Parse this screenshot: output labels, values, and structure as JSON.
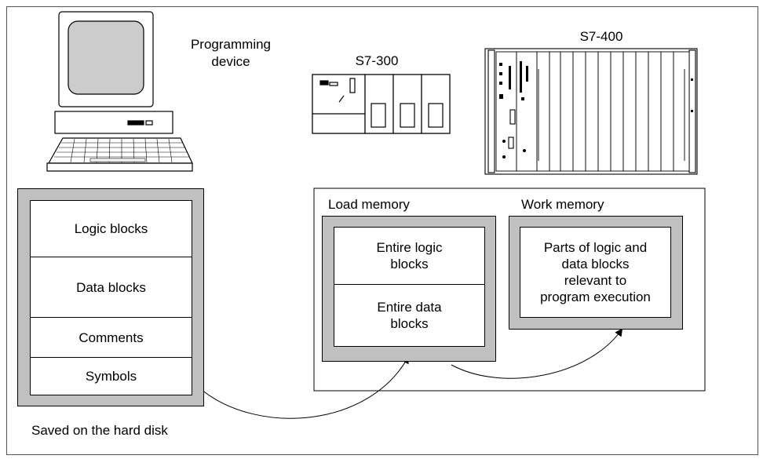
{
  "devices": {
    "programming_device": "Programming\ndevice",
    "s7_300": "S7-300",
    "s7_400": "S7-400"
  },
  "disk": {
    "blocks": [
      "Logic blocks",
      "Data blocks",
      "Comments",
      "Symbols"
    ],
    "caption": "Saved on the hard disk"
  },
  "cpu_memory": {
    "load_memory": {
      "title": "Load memory",
      "items": [
        "Entire logic\nblocks",
        "Entire data\nblocks"
      ]
    },
    "work_memory": {
      "title": "Work memory",
      "text": "Parts of logic and\ndata blocks\nrelevant to\nprogram execution"
    }
  },
  "colors": {
    "panel_grey": "#c0c0c0",
    "line": "#000000"
  }
}
